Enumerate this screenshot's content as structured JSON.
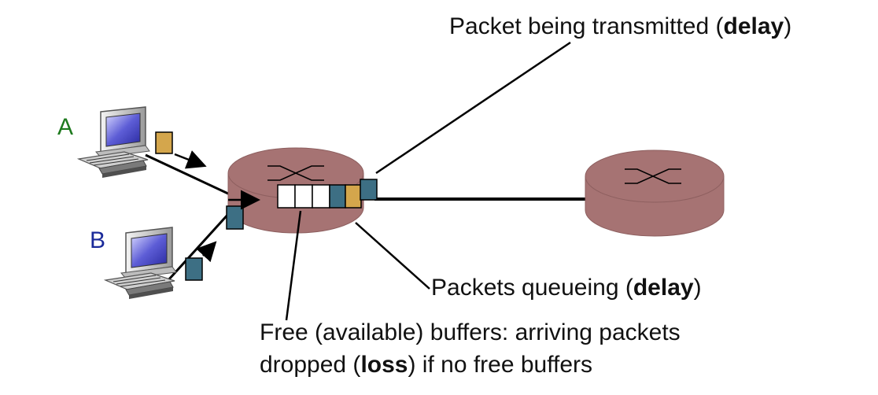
{
  "hosts": [
    {
      "letter": "A",
      "color": "#1e7a1e"
    },
    {
      "letter": "B",
      "color": "#1a2a9a"
    }
  ],
  "labels": {
    "transmitted": {
      "pre": "Packet being transmitted (",
      "bold": "delay",
      "post": ")"
    },
    "queueing": {
      "pre": "Packets queueing (",
      "bold": "delay",
      "post": ")"
    },
    "free_line1": "Free (available) buffers: arriving packets",
    "free_line2": {
      "pre": "dropped (",
      "bold": "loss",
      "post": ") if no free buffers"
    }
  },
  "colors": {
    "router": "#a67373",
    "packet_blue": "#3d6f84",
    "packet_gold": "#d4a64c",
    "buffer_free": "#ffffff",
    "line": "#000000"
  },
  "icons": {
    "router": "router-icon",
    "computer": "computer-icon",
    "arrow": "arrow-icon",
    "packet": "packet-icon"
  }
}
